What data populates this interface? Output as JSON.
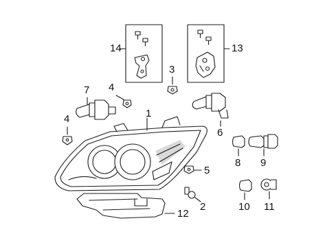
{
  "diagram": {
    "style": {
      "line_color": "#1a1a1a",
      "shade_color": "#d9d9d9",
      "background": "#ffffff"
    },
    "callouts": [
      {
        "id": "c1",
        "label": "1",
        "part": "headlamp-assembly"
      },
      {
        "id": "c2",
        "label": "2",
        "part": "adjuster-screw"
      },
      {
        "id": "c3",
        "label": "3",
        "part": "mounting-bolt"
      },
      {
        "id": "c4a",
        "label": "4",
        "part": "mounting-bolt"
      },
      {
        "id": "c4b",
        "label": "4",
        "part": "mounting-bolt"
      },
      {
        "id": "c5",
        "label": "5",
        "part": "mounting-bolt"
      },
      {
        "id": "c6",
        "label": "6",
        "part": "high-beam-bulb"
      },
      {
        "id": "c7",
        "label": "7",
        "part": "low-beam-bulb"
      },
      {
        "id": "c8",
        "label": "8",
        "part": "side-marker-bulb"
      },
      {
        "id": "c9",
        "label": "9",
        "part": "turn-signal-bulb"
      },
      {
        "id": "c10",
        "label": "10",
        "part": "park-lamp-bulb"
      },
      {
        "id": "c11",
        "label": "11",
        "part": "bulb-socket"
      },
      {
        "id": "c12",
        "label": "12",
        "part": "lower-bracket"
      },
      {
        "id": "c13",
        "label": "13",
        "part": "right-bracket-kit"
      },
      {
        "id": "c14",
        "label": "14",
        "part": "left-bracket-kit"
      }
    ]
  }
}
